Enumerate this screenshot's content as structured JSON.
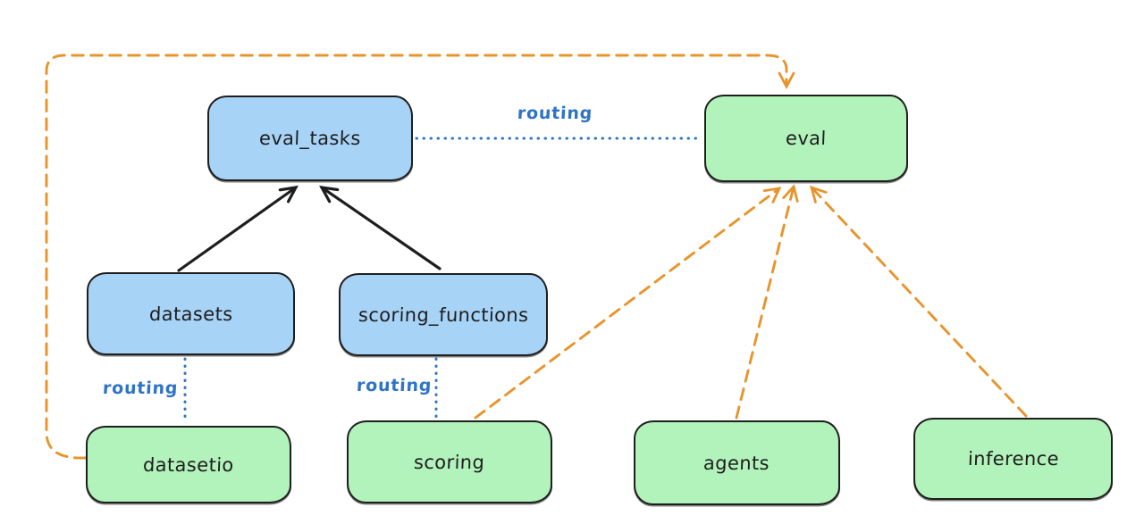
{
  "diagram": {
    "background": "#ffffff",
    "nodes": {
      "eval_tasks": {
        "label": "eval_tasks",
        "kind": "api",
        "fill": "#a7d3f7"
      },
      "eval": {
        "label": "eval",
        "kind": "provider",
        "fill": "#b2f2bb"
      },
      "datasets": {
        "label": "datasets",
        "kind": "api",
        "fill": "#a7d3f7"
      },
      "scoring_functions": {
        "label": "scoring_functions",
        "kind": "api",
        "fill": "#a7d3f7"
      },
      "datasetio": {
        "label": "datasetio",
        "kind": "provider",
        "fill": "#b2f2bb"
      },
      "scoring": {
        "label": "scoring",
        "kind": "provider",
        "fill": "#b2f2bb"
      },
      "agents": {
        "label": "agents",
        "kind": "provider",
        "fill": "#b2f2bb"
      },
      "inference": {
        "label": "inference",
        "kind": "provider",
        "fill": "#b2f2bb"
      }
    },
    "edges": [
      {
        "from": "datasets",
        "to": "eval_tasks",
        "style": "solid-black-arrow",
        "label": ""
      },
      {
        "from": "scoring_functions",
        "to": "eval_tasks",
        "style": "solid-black-arrow",
        "label": ""
      },
      {
        "from": "eval_tasks",
        "to": "eval",
        "style": "dotted-blue",
        "label": "routing"
      },
      {
        "from": "datasets",
        "to": "datasetio",
        "style": "dotted-blue",
        "label": "routing"
      },
      {
        "from": "scoring_functions",
        "to": "scoring",
        "style": "dotted-blue",
        "label": "routing"
      },
      {
        "from": "datasetio",
        "to": "eval",
        "style": "dashed-orange-arrow",
        "label": ""
      },
      {
        "from": "scoring",
        "to": "eval",
        "style": "dashed-orange-arrow",
        "label": ""
      },
      {
        "from": "agents",
        "to": "eval",
        "style": "dashed-orange-arrow",
        "label": ""
      },
      {
        "from": "inference",
        "to": "eval",
        "style": "dashed-orange-arrow",
        "label": ""
      }
    ],
    "edge_labels": {
      "routing_eval": "routing",
      "routing_datasetio": "routing",
      "routing_scoring": "routing"
    },
    "colors": {
      "api_fill": "#a7d3f7",
      "provider_fill": "#b2f2bb",
      "stroke": "#1e1e1e",
      "routing_blue": "#2e74c6",
      "orange": "#e8942c"
    }
  }
}
